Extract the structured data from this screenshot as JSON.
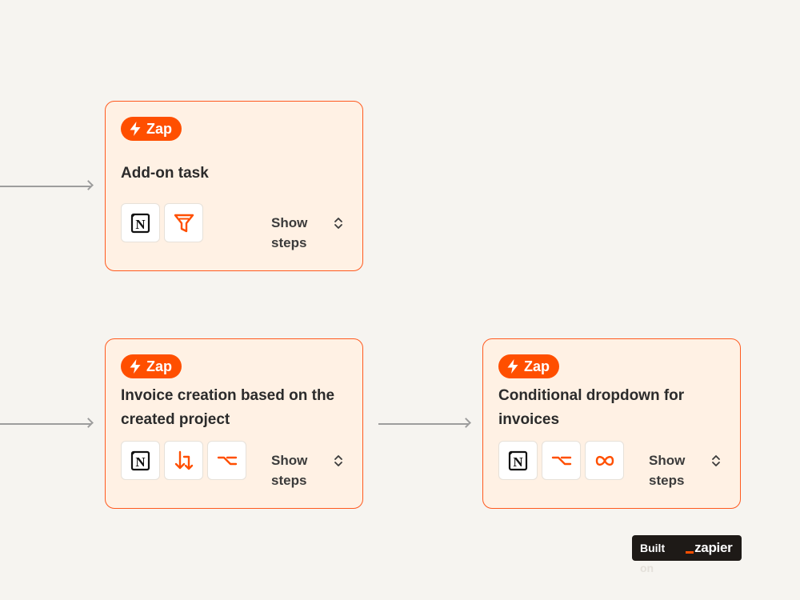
{
  "colors": {
    "background": "#f6f4f0",
    "accent": "#ff4f00",
    "card_fill": "#fff1e4",
    "card_border": "#ff5a1f",
    "connector": "#9d9d9d"
  },
  "cards": [
    {
      "badge": "Zap",
      "title": "Add-on task",
      "apps": [
        "notion-icon",
        "filter-icon"
      ],
      "show_steps": "Show steps"
    },
    {
      "badge": "Zap",
      "title": "Invoice creation based on the created project",
      "apps": [
        "notion-icon",
        "formatter-icon",
        "paths-icon"
      ],
      "show_steps": "Show steps"
    },
    {
      "badge": "Zap",
      "title": "Conditional dropdown for invoices",
      "apps": [
        "notion-icon",
        "paths-icon",
        "looping-icon"
      ],
      "show_steps": "Show steps"
    }
  ],
  "footer": {
    "built_on": "Built on",
    "built_on_line1": "Built",
    "built_on_line2": "on",
    "brand": "zapier"
  }
}
